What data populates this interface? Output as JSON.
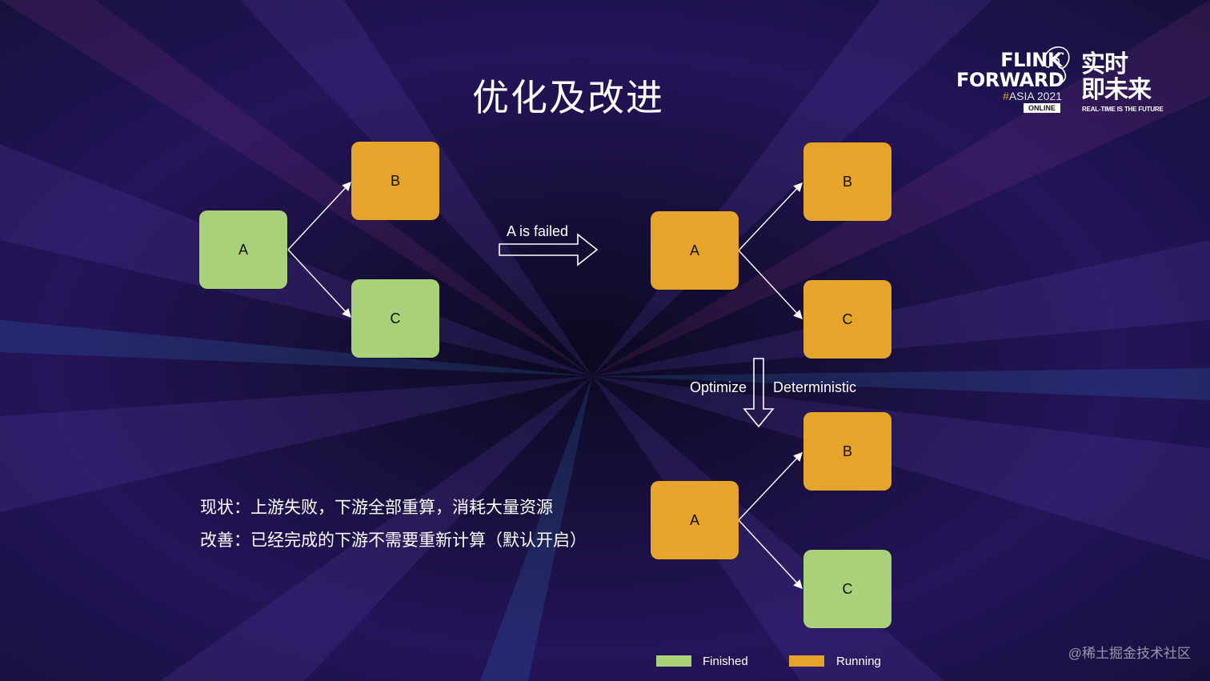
{
  "slide": {
    "title": "优化及改进"
  },
  "logo": {
    "line1": "FLINK",
    "line2": "FORWARD",
    "hash": "#",
    "asia": "ASIA 2021",
    "online": "ONLINE",
    "cn_line1": "实时",
    "cn_line2": "即未来",
    "cn_sub": "REAL-TIME IS THE FUTURE"
  },
  "diagram": {
    "before": {
      "a": "A",
      "b": "B",
      "c": "C"
    },
    "arrow_failed_label": "A is failed",
    "after_failure": {
      "a": "A",
      "b": "B",
      "c": "C"
    },
    "optimize_label": "Optimize",
    "deterministic_label": "Deterministic",
    "optimized": {
      "a": "A",
      "b": "B",
      "c": "C"
    },
    "colors": {
      "finished": "#a8d17a",
      "running": "#e7a42a"
    }
  },
  "description": {
    "current": "现状：上游失败，下游全部重算，消耗大量资源",
    "improvement": "改善：已经完成的下游不需要重新计算（默认开启）"
  },
  "legend": {
    "finished": "Finished",
    "running": "Running"
  },
  "watermark": "@稀土掘金技术社区"
}
